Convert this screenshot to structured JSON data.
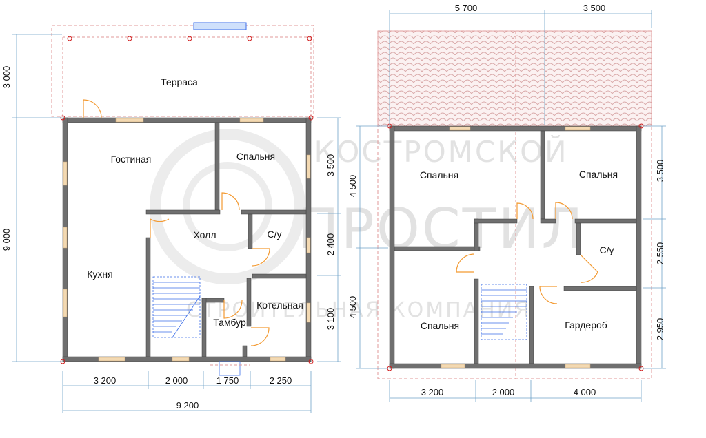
{
  "colors": {
    "wall": "#6f6f6f",
    "wall_edge": "#3f3f3f",
    "window": "#f3d9b2",
    "door": "#f39a32",
    "stairs": "#3b6ee8",
    "roof": "#d9a9a9",
    "dashed": "#e09a9a",
    "marker": "#d02020",
    "dim_line": "#6fa3c8",
    "watermark": "#e2e2e2"
  },
  "watermark": {
    "line1": "КОСТРОМСКОЙ",
    "line2": "ПРОСТИЛ",
    "line3": "СТРОИТЕЛЬНАЯ КОМПАНИЯ"
  },
  "plan1": {
    "rooms": {
      "terrace": "Терраса",
      "living": "Гостиная",
      "bedroom": "Спальня",
      "hall": "Холл",
      "wc": "С/у",
      "kitchen": "Кухня",
      "boiler": "Котельная",
      "vestibule": "Тамбур"
    },
    "dims": {
      "terrace_depth": "3 000",
      "house_depth": "9 000",
      "right_top": "3 500",
      "right_mid": "2 400",
      "right_bottom": "3 100",
      "b1": "3 200",
      "b2": "2 000",
      "b3": "1 750",
      "b4": "2 250",
      "total": "9 200"
    }
  },
  "plan2": {
    "rooms": {
      "bedroom_tl": "Спальня",
      "bedroom_tr": "Спальня",
      "wc": "С/у",
      "bedroom_bl": "Спальня",
      "wardrobe": "Гардероб"
    },
    "dims": {
      "top_left": "5 700",
      "top_right": "3 500",
      "left_top": "4 500",
      "left_bottom": "4 500",
      "right_1": "3 500",
      "right_2": "2 550",
      "right_3": "2 950",
      "b1": "3 200",
      "b2": "2 000",
      "b3": "4 000"
    }
  }
}
